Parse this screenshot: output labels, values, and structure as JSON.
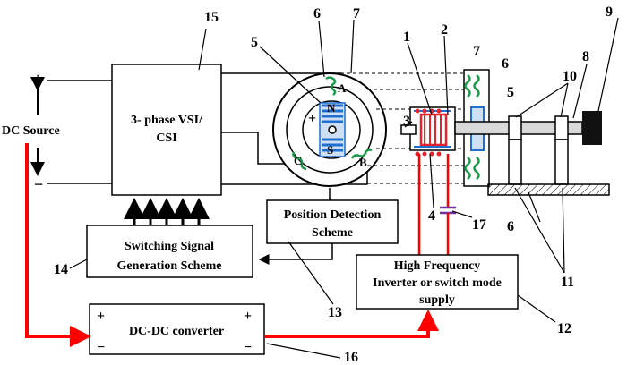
{
  "blocks": {
    "vsi_line1": "3- phase VSI/",
    "vsi_line2": "CSI",
    "position_line1": "Position Detection",
    "position_line2": "Scheme",
    "switching_line1": "Switching Signal",
    "switching_line2": "Generation Scheme",
    "hf_line1": "High Frequency",
    "hf_line2": "Inverter or switch mode",
    "hf_line3": "supply",
    "dcdc": "DC-DC converter"
  },
  "source": {
    "label": "DC Source",
    "plus": "+",
    "minus": "−"
  },
  "converter_signs": {
    "left_plus": "+",
    "right_plus": "+",
    "left_minus": "−",
    "right_minus": "−"
  },
  "motor": {
    "phase_a": "A",
    "phase_b": "B",
    "phase_c": "C",
    "pole_n": "N",
    "pole_s": "S",
    "rotor_plus": "+"
  },
  "callouts": {
    "n1": "1",
    "n2": "2",
    "n3": "3",
    "n4": "4",
    "n5_left": "5",
    "n5_right": "5",
    "n6_left": "6",
    "n6_right_top": "6",
    "n6_right_bottom": "6",
    "n7_left": "7",
    "n7_right": "7",
    "n8": "8",
    "n9": "9",
    "n10": "10",
    "n11": "11",
    "n12": "12",
    "n13": "13",
    "n14": "14",
    "n15": "15",
    "n16": "16",
    "n17": "17"
  },
  "colors": {
    "power_line": "#ff0000",
    "coil_red": "#e8212a",
    "coil_blue": "#1f6fd1",
    "winding_green": "#1a9a4a",
    "capacitor": "#7030a0",
    "shaft": "#9a9a9a",
    "load": "#111111"
  }
}
